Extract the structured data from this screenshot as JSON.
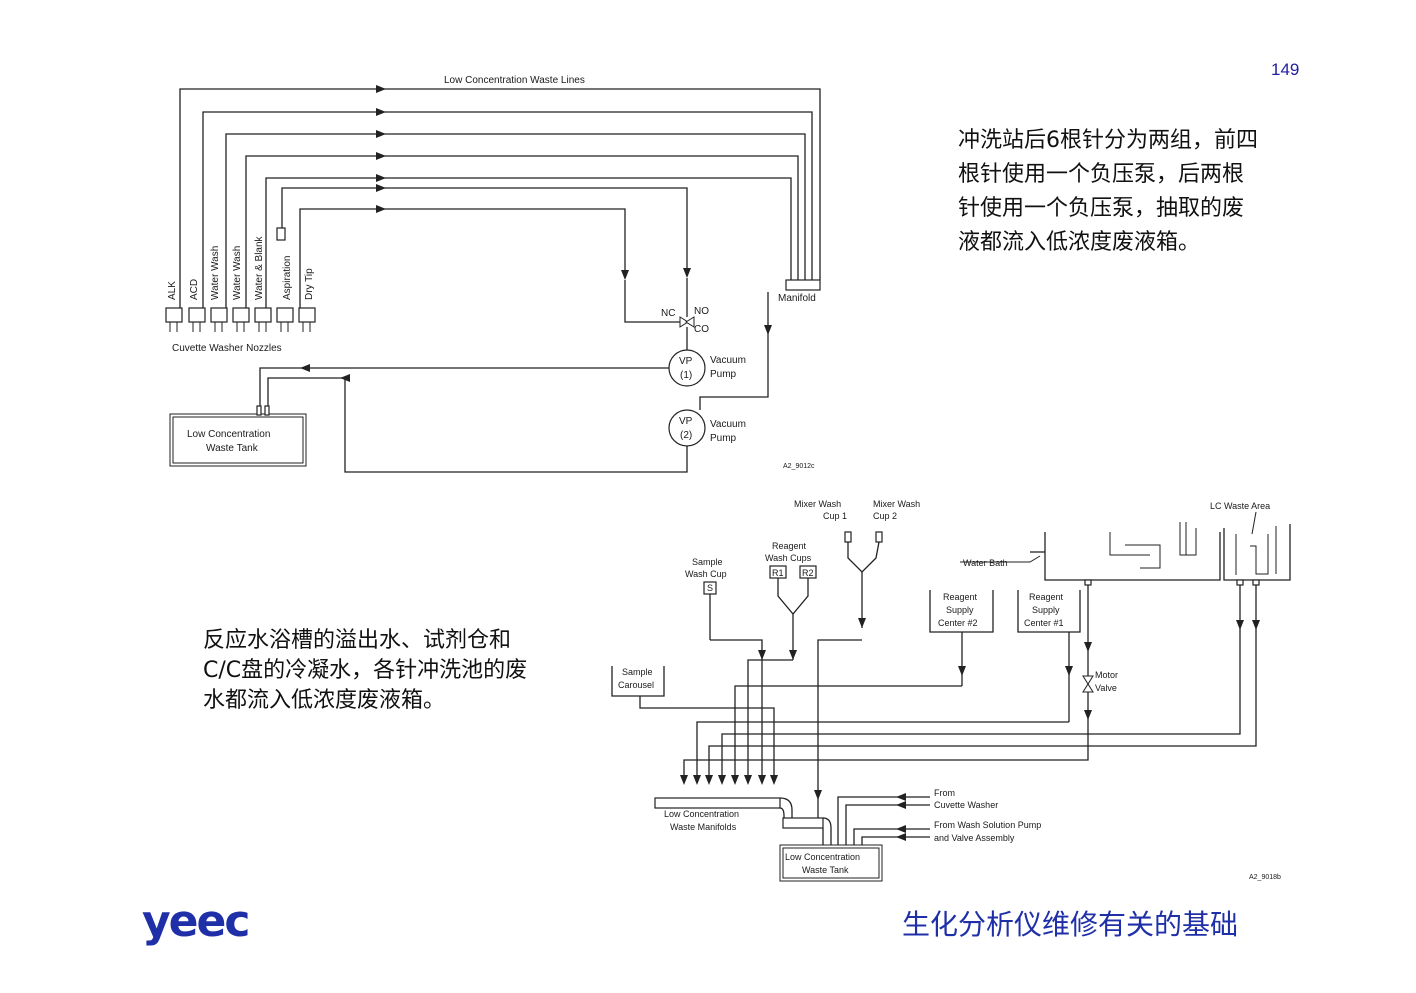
{
  "page_number": "149",
  "note_right": "冲洗站后6根针分为两组，前四根针使用一个负压泵，后两根针使用一个负压泵，抽取的废液都流入低浓度废液箱。",
  "note_left": "反应水浴槽的溢出水、试剂仓和C/C盘的冷凝水，各针冲洗池的废水都流入低浓度废液箱。",
  "footer_title": "生化分析仪维修有关的基础",
  "logo_text": "yeec",
  "diagram1": {
    "title": "Low Concentration Waste Lines",
    "nozzles": [
      "ALK",
      "ACD",
      "Water Wash",
      "Water Wash",
      "Water & Blank",
      "Aspiration",
      "Dry Tip"
    ],
    "nozzles_caption": "Cuvette Washer Nozzles",
    "manifold": "Manifold",
    "valve_nc": "NC",
    "valve_no": "NO",
    "valve_co": "CO",
    "vp1_a": "VP",
    "vp1_b": "(1)",
    "vp2_a": "VP",
    "vp2_b": "(2)",
    "pump_a": "Vacuum",
    "pump_b": "Pump",
    "tank_a": "Low Concentration",
    "tank_b": "Waste Tank",
    "code": "A2_9012c"
  },
  "diagram2": {
    "mixer_cup1_a": "Mixer Wash",
    "mixer_cup1_b": "Cup 1",
    "mixer_cup2_a": "Mixer Wash",
    "mixer_cup2_b": "Cup 2",
    "reagent_cups_a": "Reagent",
    "reagent_cups_b": "Wash Cups",
    "r1": "R1",
    "r2": "R2",
    "sample_cup_a": "Sample",
    "sample_cup_b": "Wash Cup",
    "sample_cup_s": "S",
    "lc_area": "LC Waste Area",
    "water_bath": "Water Bath",
    "rsc2_a": "Reagent",
    "rsc2_b": "Supply",
    "rsc2_c": "Center #2",
    "rsc1_a": "Reagent",
    "rsc1_b": "Supply",
    "rsc1_c": "Center #1",
    "carousel_a": "Sample",
    "carousel_b": "Carousel",
    "motor_a": "Motor",
    "motor_b": "Valve",
    "manifolds_a": "Low Concentration",
    "manifolds_b": "Waste Manifolds",
    "tank_a": "Low Concentration",
    "tank_b": "Waste Tank",
    "from1_a": "From",
    "from1_b": "Cuvette Washer",
    "from2_a": "From Wash Solution Pump",
    "from2_b": "and Valve Assembly",
    "code": "A2_9018b"
  }
}
